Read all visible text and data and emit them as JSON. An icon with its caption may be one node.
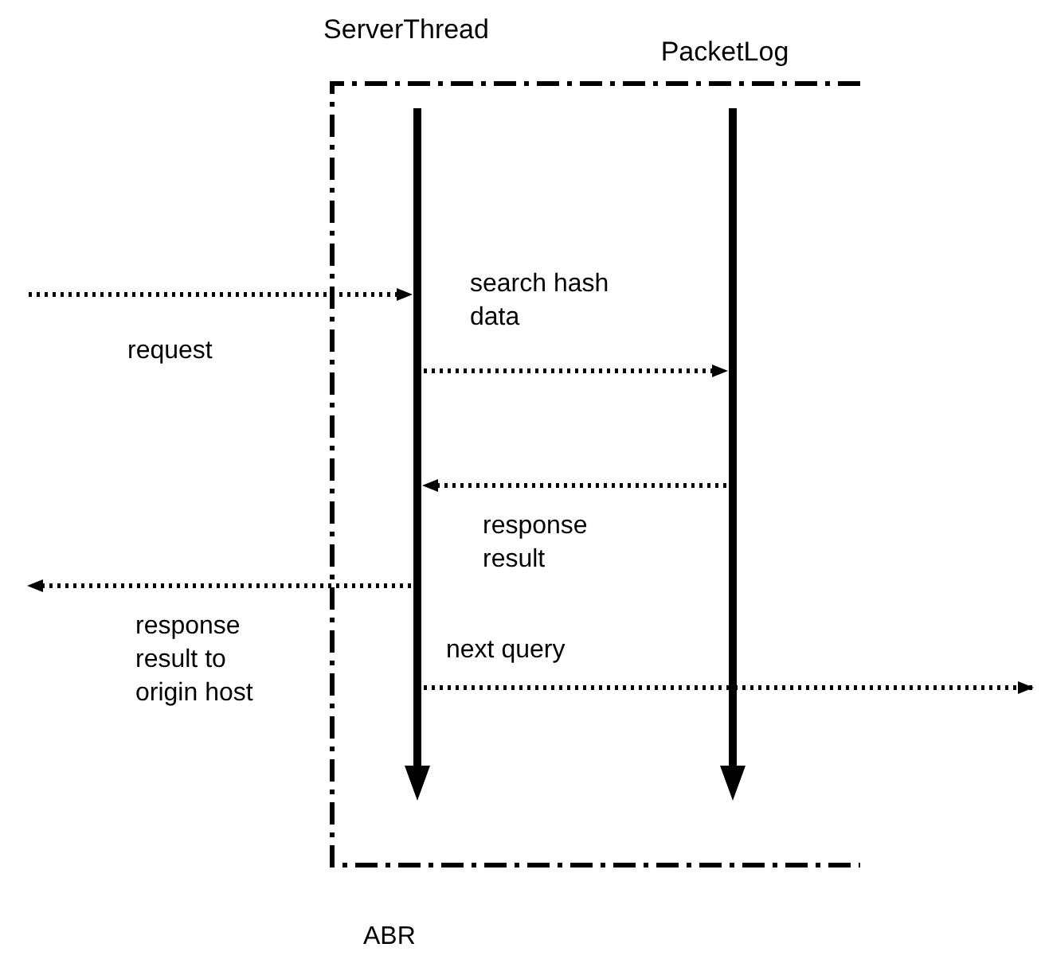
{
  "diagram": {
    "nodes": [
      {
        "text": [
          "ABR"
        ]
      },
      {
        "text": [
          "ServerThread"
        ],
        "in": 0
      },
      {
        "text": [
          "PacketLog"
        ],
        "in": 0
      }
    ],
    "edges": [
      {
        "from": null,
        "to": 1,
        "arrow": "to",
        "label": "request"
      },
      {
        "from": 1,
        "to": 2,
        "arrow": "to",
        "label": "search hash data"
      },
      {
        "from": 2,
        "to": 1,
        "arrow": "to",
        "label": "response result"
      },
      {
        "from": 1,
        "to": null,
        "arrow": "to",
        "label": "response result to origin host"
      },
      {
        "from": 1,
        "to": null,
        "arrow": "to",
        "label": "next query"
      }
    ]
  }
}
